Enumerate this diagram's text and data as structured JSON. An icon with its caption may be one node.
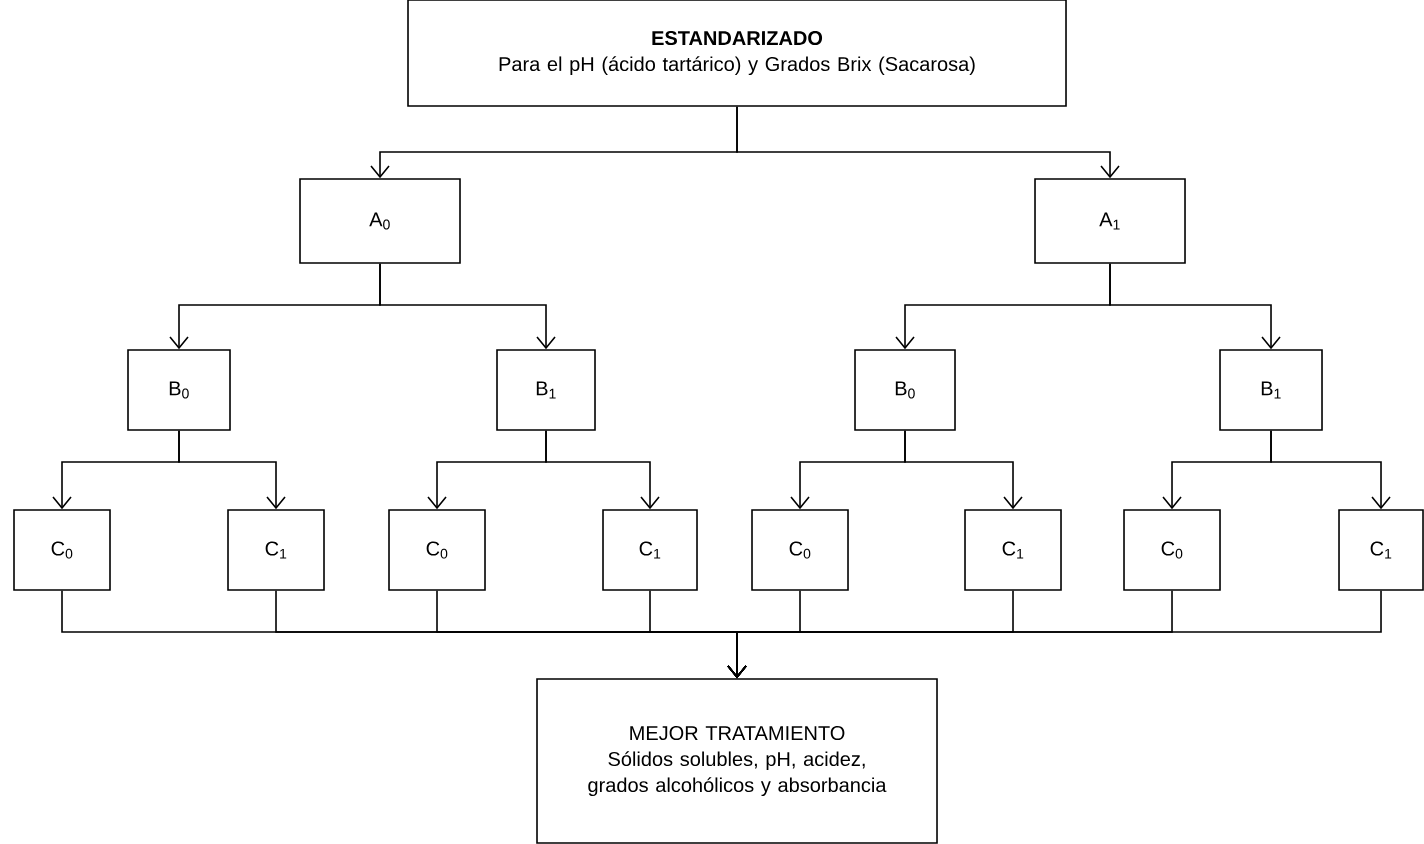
{
  "diagram": {
    "nodes": [
      {
        "text": [
          "ESTANDARIZADO",
          "Para el pH (ácido tartárico) y Grados Brix (Sacarosa)"
        ]
      },
      {
        "text": [
          "A$_{0}$"
        ]
      },
      {
        "text": [
          "A$_{1}$"
        ]
      },
      {
        "text": [
          "B$_{0}$"
        ]
      },
      {
        "text": [
          "B$_{1}$"
        ]
      },
      {
        "text": [
          "B$_{0}$"
        ]
      },
      {
        "text": [
          "B$_{1}$"
        ]
      },
      {
        "text": [
          "C$_{0}$"
        ]
      },
      {
        "text": [
          "C$_{1}$"
        ]
      },
      {
        "text": [
          "C$_{0}$"
        ]
      },
      {
        "text": [
          "C$_{1}$"
        ]
      },
      {
        "text": [
          "C$_{0}$"
        ]
      },
      {
        "text": [
          "C$_{1}$"
        ]
      },
      {
        "text": [
          "C$_{0}$"
        ]
      },
      {
        "text": [
          "C$_{1}$"
        ]
      },
      {
        "text": [
          "MEJOR TRATAMIENTO",
          "Sólidos solubles, pH, acidez, grados alcohólicos y absorbancia"
        ]
      }
    ],
    "edges": [
      {
        "from": 0,
        "to": 1,
        "arrow": "to"
      },
      {
        "from": 0,
        "to": 2,
        "arrow": "to"
      },
      {
        "from": 1,
        "to": 3,
        "arrow": "to"
      },
      {
        "from": 1,
        "to": 4,
        "arrow": "to"
      },
      {
        "from": 2,
        "to": 5,
        "arrow": "to"
      },
      {
        "from": 2,
        "to": 6,
        "arrow": "to"
      },
      {
        "from": 3,
        "to": 7,
        "arrow": "to"
      },
      {
        "from": 3,
        "to": 8,
        "arrow": "to"
      },
      {
        "from": 4,
        "to": 9,
        "arrow": "to"
      },
      {
        "from": 4,
        "to": 10,
        "arrow": "to"
      },
      {
        "from": 5,
        "to": 11,
        "arrow": "to"
      },
      {
        "from": 5,
        "to": 12,
        "arrow": "to"
      },
      {
        "from": 6,
        "to": 13,
        "arrow": "to"
      },
      {
        "from": 6,
        "to": 14,
        "arrow": "to"
      },
      {
        "from": 7,
        "to": 15,
        "arrow": "to"
      },
      {
        "from": 8,
        "to": 15,
        "arrow": "to"
      },
      {
        "from": 9,
        "to": 15,
        "arrow": "to"
      },
      {
        "from": 10,
        "to": 15,
        "arrow": "to"
      },
      {
        "from": 11,
        "to": 15,
        "arrow": "to"
      },
      {
        "from": 12,
        "to": 15,
        "arrow": "to"
      },
      {
        "from": 13,
        "to": 15,
        "arrow": "to"
      },
      {
        "from": 14,
        "to": 15,
        "arrow": "to"
      }
    ]
  }
}
